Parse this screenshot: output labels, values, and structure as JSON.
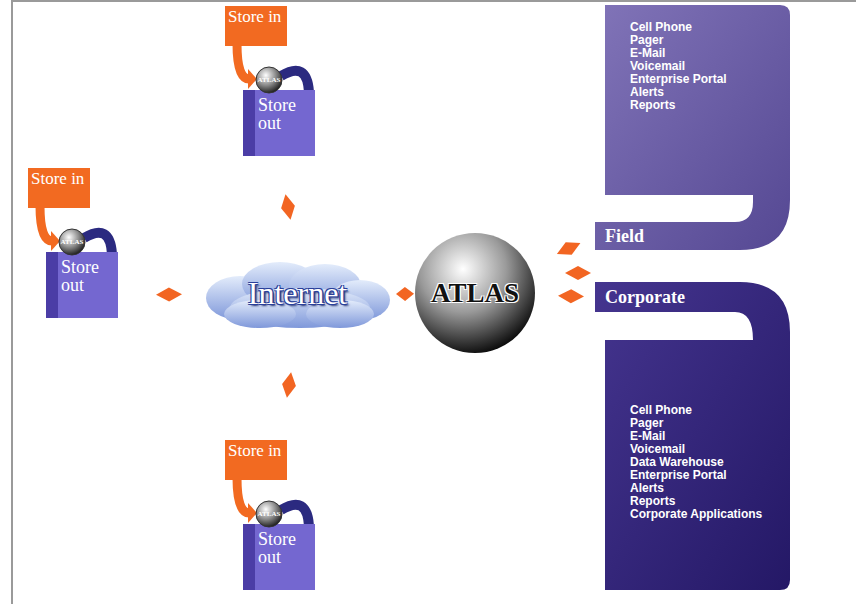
{
  "diagram": {
    "nodes": [
      {
        "text": [
          "Store in",
          "ATLAS",
          "Store out"
        ]
      },
      {
        "text": [
          "Cell Phone",
          "Pager",
          "E-Mail",
          "Voicemail",
          "Enterprise Portal",
          "Alerts",
          "Reports",
          "Field"
        ]
      },
      {
        "text": [
          "Store in",
          "ATLAS",
          "Store out"
        ]
      },
      {
        "text": [
          "Internet"
        ]
      },
      {
        "text": [
          "ATLAS"
        ]
      },
      {
        "text": [
          "Corporate",
          "Cell Phone",
          "Pager",
          "E-Mail",
          "Voicemail",
          "Data Warehouse",
          "Enterprise Portal",
          "Alerts",
          "Reports",
          "Corporate Applications"
        ]
      },
      {
        "text": [
          "Store in",
          "ATLAS",
          "Store out"
        ]
      }
    ],
    "edges": [
      {
        "from": 0,
        "to": 3,
        "arrow": "both"
      },
      {
        "from": 2,
        "to": 3,
        "arrow": "both"
      },
      {
        "from": 6,
        "to": 3,
        "arrow": "both"
      },
      {
        "from": 3,
        "to": 4,
        "arrow": "both"
      },
      {
        "from": 4,
        "to": 1,
        "arrow": "both"
      },
      {
        "from": 4,
        "to": 5,
        "arrow": "both"
      }
    ]
  }
}
